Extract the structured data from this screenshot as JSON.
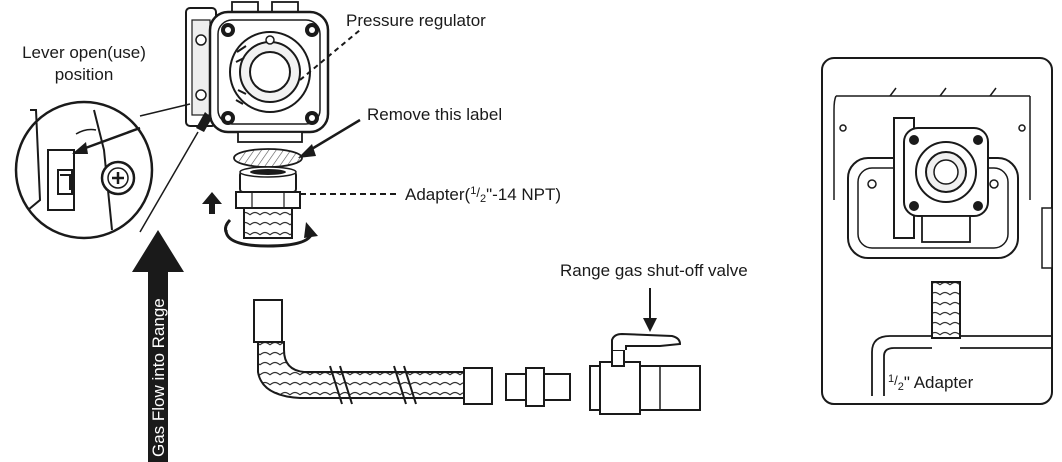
{
  "labels": {
    "lever_line1": "Lever open(use)",
    "lever_line2": "position",
    "pressure_regulator": "Pressure regulator",
    "remove_label": "Remove this label",
    "adapter_prefix": "Adapter(",
    "adapter_frac_num": "1",
    "adapter_frac_den": "2",
    "adapter_suffix": "\"-14 NPT)",
    "shutoff_valve": "Range gas shut-off valve",
    "half_num": "1",
    "half_den": "2",
    "half_suffix": "\" Adapter",
    "gas_flow": "Gas Flow into Range"
  },
  "colors": {
    "ink": "#1a1a1a",
    "paper": "#ffffff",
    "shade": "#d9d9d9"
  }
}
